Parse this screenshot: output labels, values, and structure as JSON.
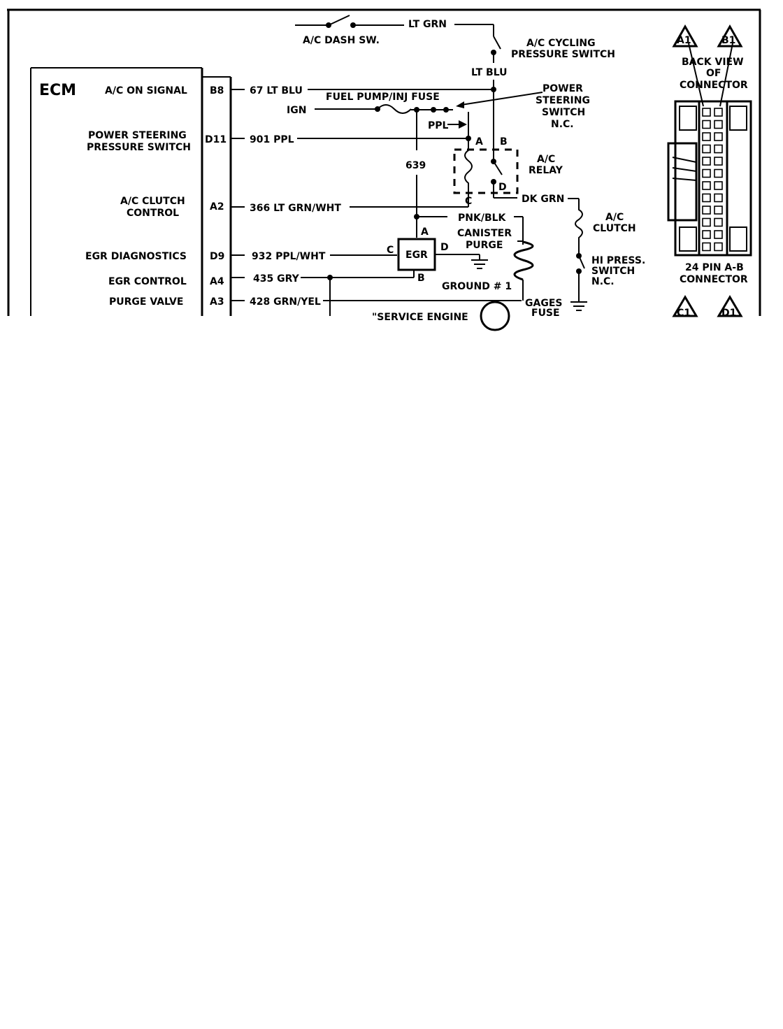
{
  "ecm": {
    "title": "ECM",
    "rows": [
      {
        "id": "ac-on-signal",
        "name": "A/C ON SIGNAL",
        "pin": "B8",
        "wire": "67 LT BLU"
      },
      {
        "id": "power-steering",
        "name1": "POWER STEERING",
        "name2": "PRESSURE SWITCH",
        "pin": "D11",
        "wire": "901 PPL"
      },
      {
        "id": "ac-clutch-control",
        "name1": "A/C CLUTCH",
        "name2": "CONTROL",
        "pin": "A2",
        "wire": "366 LT GRN/WHT"
      },
      {
        "id": "egr-diagnostics",
        "name": "EGR DIAGNOSTICS",
        "pin": "D9",
        "wire": "932 PPL/WHT"
      },
      {
        "id": "egr-control",
        "name": "EGR CONTROL",
        "pin": "A4",
        "wire": "435 GRY"
      },
      {
        "id": "purge-valve",
        "name": "PURGE VALVE",
        "pin": "A3",
        "wire": "428 GRN/YEL"
      }
    ]
  },
  "labels": {
    "ac_dash_sw": "A/C DASH SW.",
    "lt_grn": "LT GRN",
    "ac_cycling_1": "A/C CYCLING",
    "ac_cycling_2": "PRESSURE SWITCH",
    "lt_blu": "LT BLU",
    "fuel_pump_fuse": "FUEL PUMP/INJ FUSE",
    "ign": "IGN",
    "ps_switch_1": "POWER",
    "ps_switch_2": "STEERING",
    "ps_switch_3": "SWITCH",
    "ps_switch_4": "N.C.",
    "ppl": "PPL",
    "wire_639": "639",
    "relay_a": "A",
    "relay_b": "B",
    "relay_c": "C",
    "relay_d": "D",
    "ac_relay_1": "A/C",
    "ac_relay_2": "RELAY",
    "dk_grn": "DK GRN",
    "ac_clutch_1": "A/C",
    "ac_clutch_2": "CLUTCH",
    "pnk_blk": "PNK/BLK",
    "canister_1": "CANISTER",
    "canister_2": "PURGE",
    "egr": "EGR",
    "egr_a": "A",
    "egr_b": "B",
    "egr_c": "C",
    "egr_d": "D",
    "ground_1": "GROUND # 1",
    "hi_press_1": "HI PRESS.",
    "hi_press_2": "SWITCH",
    "hi_press_3": "N.C.",
    "gages_1": "GAGES",
    "gages_2": "FUSE",
    "service_engine": "\"SERVICE ENGINE",
    "back_view_1": "BACK VIEW",
    "back_view_2": "OF",
    "back_view_3": "CONNECTOR",
    "tri_a1": "A1",
    "tri_b1": "B1",
    "tri_c1": "C1",
    "tri_d1": "D1",
    "connector_1": "24 PIN  A-B",
    "connector_2": "CONNECTOR"
  }
}
